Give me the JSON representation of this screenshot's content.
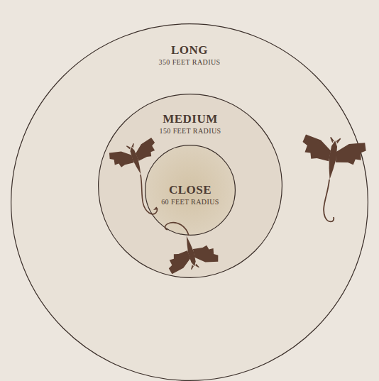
{
  "diagram": {
    "nodes": [
      {
        "text": [
          "LONG",
          "350 FEET RADIUS"
        ]
      },
      {
        "text": [
          "MEDIUM",
          "150 FEET RADIUS"
        ],
        "in": 0
      },
      {
        "text": [
          "CLOSE",
          "60 FEET RADIUS"
        ],
        "in": 1
      }
    ]
  }
}
